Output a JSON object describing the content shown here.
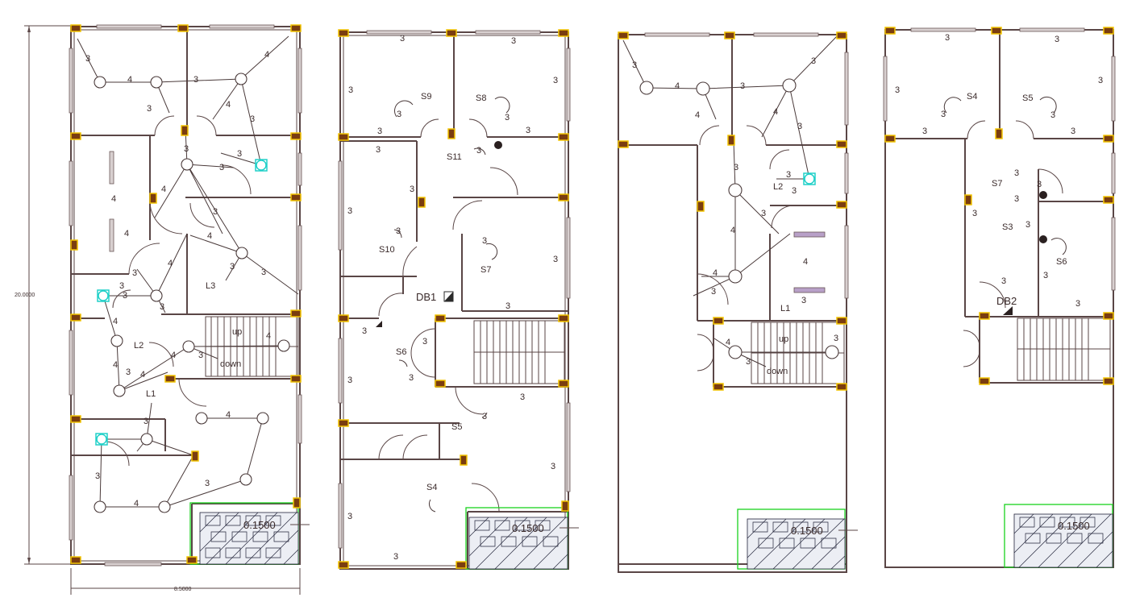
{
  "drawing": {
    "dimensions": {
      "overall_height": "20.0000",
      "overall_width": "8.5000"
    },
    "plans": [
      {
        "id": "plan-1",
        "stair_up": "up",
        "stair_down": "down",
        "tank_label": "0.1500",
        "light_labels": [
          "L1",
          "L2",
          "L3"
        ],
        "wire_numbers": [
          "3",
          "4",
          "3",
          "4",
          "3",
          "4",
          "3",
          "3",
          "3",
          "4",
          "4",
          "4",
          "3",
          "4",
          "3",
          "3",
          "4",
          "3",
          "3",
          "3",
          "3",
          "3",
          "4",
          "4",
          "3",
          "3",
          "4",
          "4",
          "4",
          "3",
          "3",
          "4",
          "3",
          "4"
        ]
      },
      {
        "id": "plan-2",
        "tank_label": "0.1500",
        "distribution_board": "DB1",
        "switch_labels": [
          "S4",
          "S5",
          "S6",
          "S7",
          "S8",
          "S9",
          "S10",
          "S11"
        ],
        "wire_numbers": [
          "3",
          "3",
          "3",
          "3",
          "3",
          "3",
          "3",
          "3",
          "3",
          "3",
          "3",
          "3",
          "3",
          "3",
          "3",
          "3",
          "3",
          "3",
          "3",
          "3",
          "3",
          "3",
          "3",
          "3",
          "3"
        ]
      },
      {
        "id": "plan-3",
        "stair_up": "up",
        "stair_down": "down",
        "tank_label": "0.1500",
        "light_labels": [
          "L1",
          "L2"
        ],
        "wire_numbers": [
          "3",
          "4",
          "3",
          "3",
          "4",
          "3",
          "4",
          "3",
          "3",
          "3",
          "4",
          "3",
          "4",
          "4",
          "3",
          "3",
          "3",
          "3",
          "4"
        ]
      },
      {
        "id": "plan-4",
        "tank_label": "0.1500",
        "distribution_board": "DB2",
        "switch_labels": [
          "S3",
          "S4",
          "S5",
          "S6",
          "S7"
        ],
        "wire_numbers": [
          "3",
          "3",
          "3",
          "3",
          "3",
          "3",
          "3",
          "3",
          "3",
          "3",
          "3",
          "3",
          "3",
          "3",
          "3",
          "3"
        ]
      }
    ]
  }
}
